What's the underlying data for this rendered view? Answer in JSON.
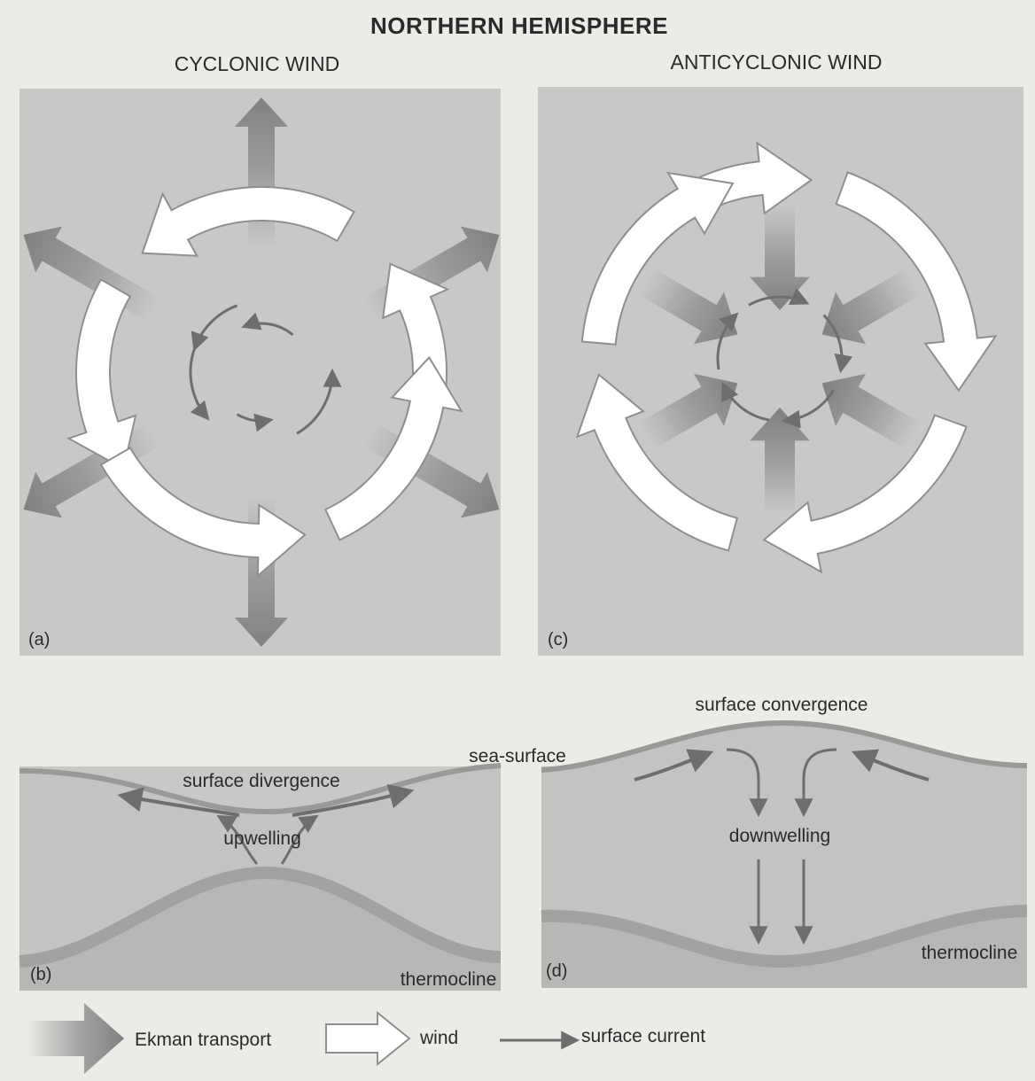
{
  "title": "NORTHERN HEMISPHERE",
  "panels": {
    "a": {
      "heading": "CYCLONIC WIND",
      "letter": "(a)"
    },
    "c": {
      "heading": "ANTICYCLONIC WIND",
      "letter": "(c)"
    },
    "b": {
      "letter": "(b)",
      "surface_label": "surface divergence",
      "flow_label": "upwelling",
      "thermocline_label": "thermocline"
    },
    "d": {
      "letter": "(d)",
      "surface_label": "surface convergence",
      "flow_label": "downwelling",
      "thermocline_label": "thermocline"
    }
  },
  "sea_surface_label": "sea-surface",
  "legend": {
    "ekman": "Ekman transport",
    "wind": "wind",
    "current": "surface current"
  },
  "colors": {
    "panel_bg": "#c9c8c6",
    "page_bg": "#ecebe8",
    "ekman_arrow": "#8a8a8a",
    "wind_arrow_fill": "#ffffff",
    "wind_arrow_stroke": "#8f8f8f",
    "current_arrow": "#6e6e6e",
    "water_band": "#a9a8a6"
  }
}
